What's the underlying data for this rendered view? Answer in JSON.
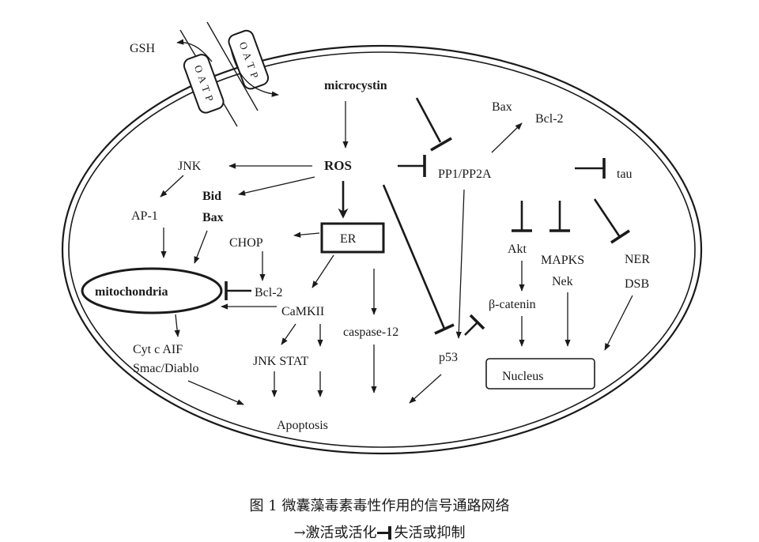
{
  "nodes": {
    "gsh": "GSH",
    "oatp_1": "O A T P",
    "oatp_2": "O A T P",
    "microcystin": "microcystin",
    "ros": "ROS",
    "jnk": "JNK",
    "ap1": "AP-1",
    "bid": "Bid",
    "bax_left": "Bax",
    "chop": "CHOP",
    "er": "ER",
    "mitochondria": "mitochondria",
    "bcl2_mito": "Bcl-2",
    "camkii": "CaMKII",
    "cytc_aif": "Cyt c AIF",
    "smac_diablo": "Smac/Diablo",
    "jnk_stat": "JNK STAT",
    "caspase12": "caspase-12",
    "p53": "p53",
    "apoptosis": "Apoptosis",
    "pp1_pp2a": "PP1/PP2A",
    "bax_top": "Bax",
    "bcl2_top": "Bcl-2",
    "tau": "tau",
    "akt": "Akt",
    "mapks": "MAPKS",
    "nek": "Nek",
    "ner": "NER",
    "dsb": "DSB",
    "beta_catenin": "β-catenin",
    "nucleus": "Nucleus"
  },
  "caption": {
    "title": "图 1  微囊藻毒素毒性作用的信号通路网络",
    "legend_activate": "→激活或活化",
    "legend_inhibit": "失活或抑制"
  }
}
